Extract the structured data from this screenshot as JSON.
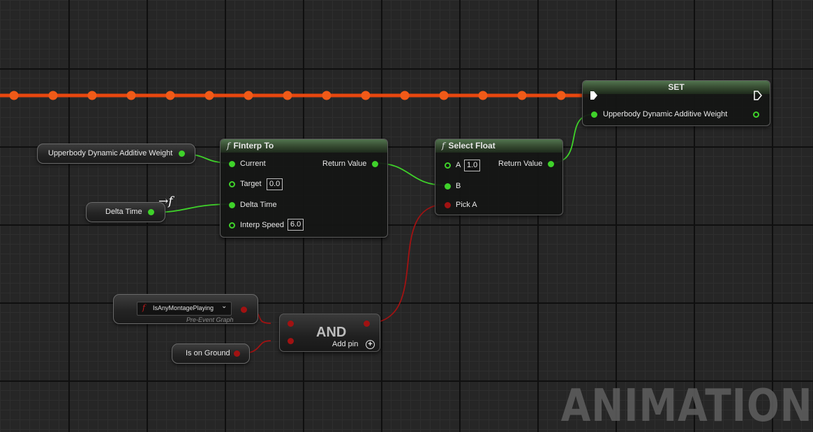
{
  "colors": {
    "exec_wire": "#e8470f",
    "float_pin": "#3fd22a",
    "bool_pin": "#a11212",
    "node_header": "#34482f"
  },
  "nodes": {
    "set": {
      "title": "SET",
      "variable_pin": "Upperbody Dynamic Additive Weight"
    },
    "finterp": {
      "icon": "function-icon",
      "title": "FInterp To",
      "inputs": {
        "current": "Current",
        "target": "Target",
        "target_value": "0.0",
        "delta_time": "Delta Time",
        "interp_speed": "Interp Speed",
        "interp_speed_value": "6.0"
      },
      "output": "Return Value"
    },
    "select_float": {
      "icon": "function-icon",
      "title": "Select Float",
      "inputs": {
        "a": "A",
        "a_value": "1.0",
        "b": "B",
        "pick_a": "Pick A"
      },
      "output": "Return Value"
    },
    "and": {
      "title": "AND",
      "add_pin": "Add pin"
    }
  },
  "getters": {
    "upperbody_weight": "Upperbody Dynamic Additive Weight",
    "delta_time": "Delta Time",
    "is_any_montage_playing": "IsAnyMontagePlaying",
    "pre_event_graph": "Pre-Event Graph",
    "is_on_ground": "Is on Ground"
  },
  "watermark": "ANIMATION"
}
